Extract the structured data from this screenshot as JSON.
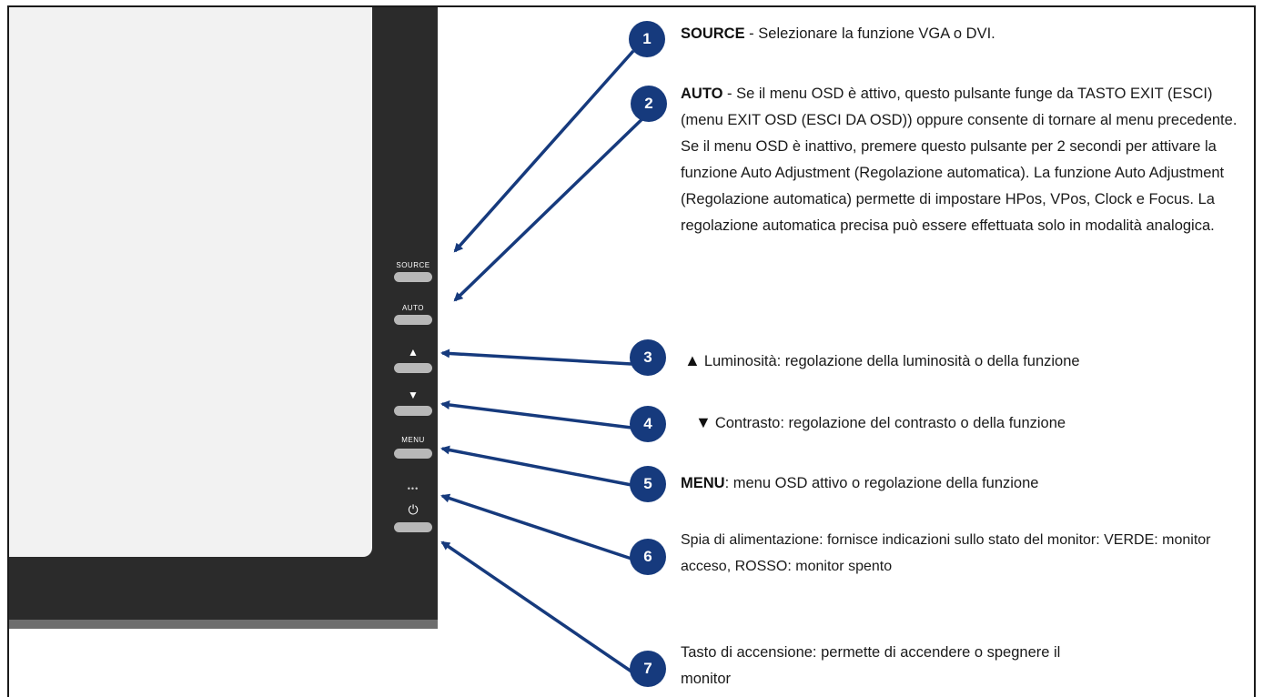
{
  "monitor": {
    "buttons": {
      "source_label": "SOURCE",
      "auto_label": "AUTO",
      "up_symbol": "▲",
      "down_symbol": "▼",
      "menu_label": "MENU",
      "led_symbol": "•••",
      "power_symbol": "⏻"
    }
  },
  "callouts": [
    {
      "number": "1",
      "title": "SOURCE",
      "text": " - Selezionare la funzione VGA o DVI."
    },
    {
      "number": "2",
      "title": "AUTO",
      "text": " -  Se il menu OSD è attivo, questo pulsante funge da TASTO EXIT (ESCI) (menu EXIT OSD (ESCI DA OSD)) oppure consente di tornare al menu precedente. Se il menu OSD è inattivo, premere questo pulsante per 2 secondi per attivare la funzione Auto Adjustment (Regolazione automatica). La funzione Auto Adjustment (Regolazione automatica) permette di impostare HPos, VPos, Clock e Focus. La regolazione automatica precisa può essere effettuata solo in modalità analogica."
    },
    {
      "number": "3",
      "symbol": "▲",
      "text": "Luminosità: regolazione della luminosità o della funzione"
    },
    {
      "number": "4",
      "symbol": "▼",
      "text": "Contrasto: regolazione del contrasto o della funzione"
    },
    {
      "number": "5",
      "title": "MENU",
      "text": ": menu OSD attivo o regolazione della funzione"
    },
    {
      "number": "6",
      "text": "Spia di alimentazione: fornisce indicazioni sullo stato del monitor: VERDE: monitor acceso, ROSSO: monitor spento"
    },
    {
      "number": "7",
      "text": "Tasto di accensione: permette di accendere o spegnere il monitor"
    }
  ],
  "colors": {
    "badge": "#163a7d",
    "arrow": "#163a7d",
    "bezel": "#2b2b2b"
  }
}
